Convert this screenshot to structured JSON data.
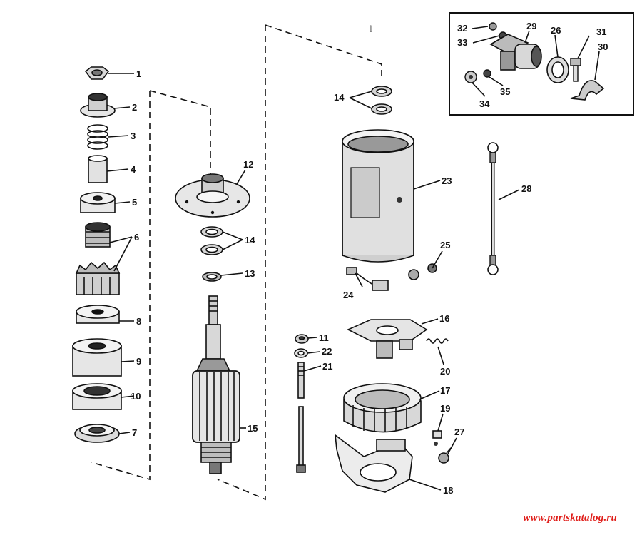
{
  "diagram": {
    "callouts": {
      "c1": "1",
      "c2": "2",
      "c3": "3",
      "c4": "4",
      "c5": "5",
      "c6": "6",
      "c7": "7",
      "c8": "8",
      "c9": "9",
      "c10": "10",
      "c11": "11",
      "c12": "12",
      "c13": "13",
      "c14a": "14",
      "c14b": "14",
      "c15": "15",
      "c16": "16",
      "c17": "17",
      "c18": "18",
      "c19": "19",
      "c20": "20",
      "c21": "21",
      "c22": "22",
      "c23": "23",
      "c24": "24",
      "c25": "25",
      "c26": "26",
      "c27": "27",
      "c28": "28",
      "c29": "29",
      "c30": "30",
      "c31": "31",
      "c32": "32",
      "c33": "33",
      "c34": "34",
      "c35": "35"
    },
    "stray_mark": "l",
    "watermark": "www.partskatalog.ru",
    "colors": {
      "ink": "#111111",
      "watermark": "#e0201c",
      "background": "#ffffff"
    }
  }
}
